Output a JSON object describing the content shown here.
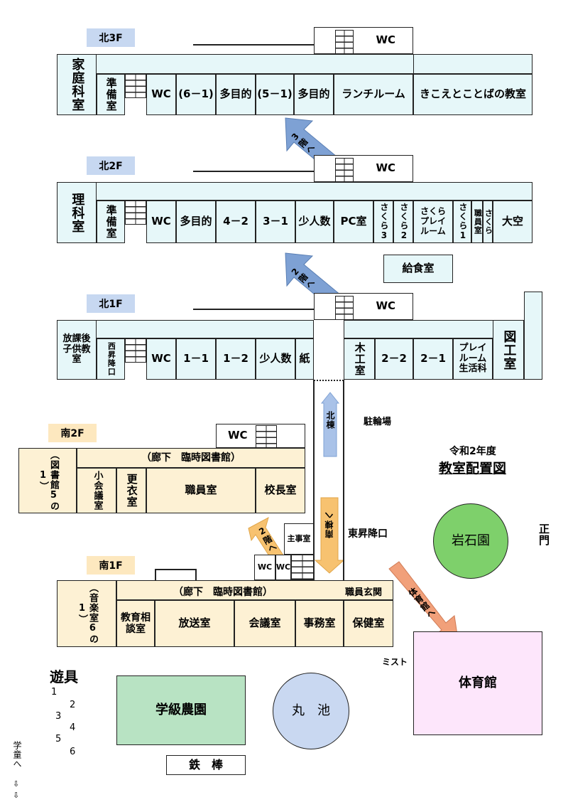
{
  "colors": {
    "north": "#e6f7f9",
    "south": "#fdf1d4",
    "tag_north": "#c7d8f1",
    "tag_south": "#fde8bf",
    "arrow_blue": "#7ea1d4",
    "arrow_orange": "#f7c270",
    "arrow_salmon": "#f1a07a",
    "gym": "#fde6fb",
    "farm": "#b8e3c3",
    "rockgarden": "#7ed06b",
    "pond": "#c9d8f1"
  },
  "title": {
    "year": "令和2年度",
    "main": "教室配置図"
  },
  "floors": {
    "north3": {
      "tag": "北3F",
      "wc_top": "WC",
      "rooms": [
        "家庭科室",
        "準備室",
        "WC",
        "(6－1)",
        "多目的",
        "(5－1)",
        "多目的",
        "ランチルーム",
        "きこえとことばの教室"
      ]
    },
    "north2": {
      "tag": "北2F",
      "wc_top": "WC",
      "rooms": [
        "理科室",
        "準備室",
        "WC",
        "多目的",
        "4－2",
        "3－1",
        "少人数",
        "PC室",
        "さくら3",
        "さくら2",
        "さくらプレイルーム",
        "さくら1",
        "職員室",
        "さくら",
        "大空"
      ]
    },
    "north1": {
      "tag": "北1F",
      "wc_top": "WC",
      "kitchen": "給食室",
      "rooms": [
        "放課後子供教室",
        "西昇降口",
        "WC",
        "1－1",
        "1－2",
        "少人数",
        "紙",
        "木工室",
        "2－2",
        "2－1",
        "プレイルーム生活科",
        "図工室"
      ]
    },
    "south2": {
      "tag": "南2F",
      "wc_top": "WC",
      "corridor": "（廊下　臨時図書館）",
      "rooms": [
        "（図書館5の1）",
        "小会議室",
        "更衣室",
        "職員室",
        "校長室"
      ]
    },
    "south1": {
      "tag": "南1F",
      "corridor": "（廊下　臨時図書館）",
      "wc1": "WC",
      "wc2": "WC",
      "principal_office": "主事室",
      "rooms": [
        "（音楽室6の1）",
        "教育相談室",
        "放送室",
        "会議室",
        "事務室",
        "保健室"
      ]
    }
  },
  "arrows": {
    "to3": "3階へ",
    "to2": "2階へ",
    "north_bldg": "北棟",
    "south_bldg": "南棟へ",
    "south_to2": "2階へ",
    "gym_arrow": "体育館へ"
  },
  "labels": {
    "bike": "駐輪場",
    "east_entrance": "東昇降口",
    "staff_entrance": "職員玄関",
    "mist": "ミスト",
    "main_gate": "正門",
    "rock_garden": "岩石園",
    "gym": "体育館",
    "pond": "丸　池",
    "farm": "学級農園",
    "bar": "鉄　棒",
    "playground": "遊具",
    "play_nums": [
      "1",
      "2",
      "3",
      "4",
      "5",
      "6"
    ],
    "gakudo": "学童へ",
    "down_arrows": [
      "⇩",
      "⇩"
    ]
  }
}
